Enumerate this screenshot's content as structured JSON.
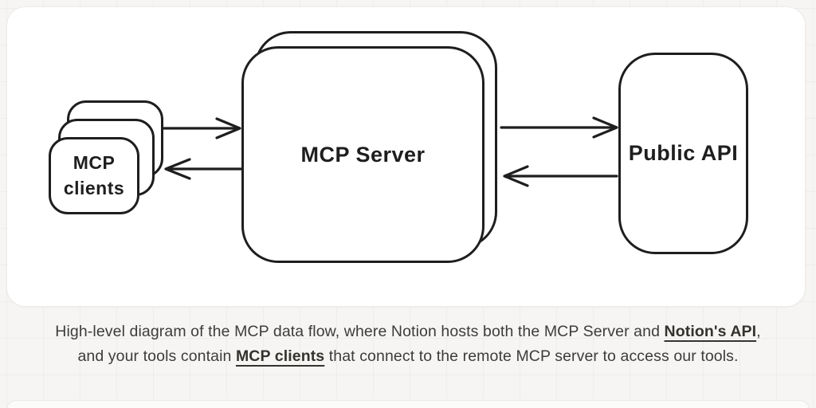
{
  "diagram": {
    "stroke_color": "#1e1e1e",
    "nodes": {
      "mcp_clients": {
        "label": "MCP\nclients"
      },
      "mcp_server": {
        "label": "MCP Server"
      },
      "public_api": {
        "label": "Public API"
      }
    },
    "arrows": [
      {
        "name": "clients-to-server",
        "direction": "right"
      },
      {
        "name": "server-to-clients",
        "direction": "left"
      },
      {
        "name": "server-to-api",
        "direction": "right"
      },
      {
        "name": "api-to-server",
        "direction": "left"
      }
    ]
  },
  "caption": {
    "segments": [
      {
        "text": "High-level diagram of the MCP data flow, where Notion hosts both the MCP Server and "
      },
      {
        "text": "Notion's API",
        "link": true
      },
      {
        "text": ", and your tools contain "
      },
      {
        "text": "MCP clients",
        "link": true
      },
      {
        "text": " that connect to the remote MCP server to access our tools."
      }
    ]
  },
  "colors": {
    "page_bg": "#f6f5f3",
    "card_bg": "#ffffff",
    "caption_text": "#3c3c3a"
  }
}
